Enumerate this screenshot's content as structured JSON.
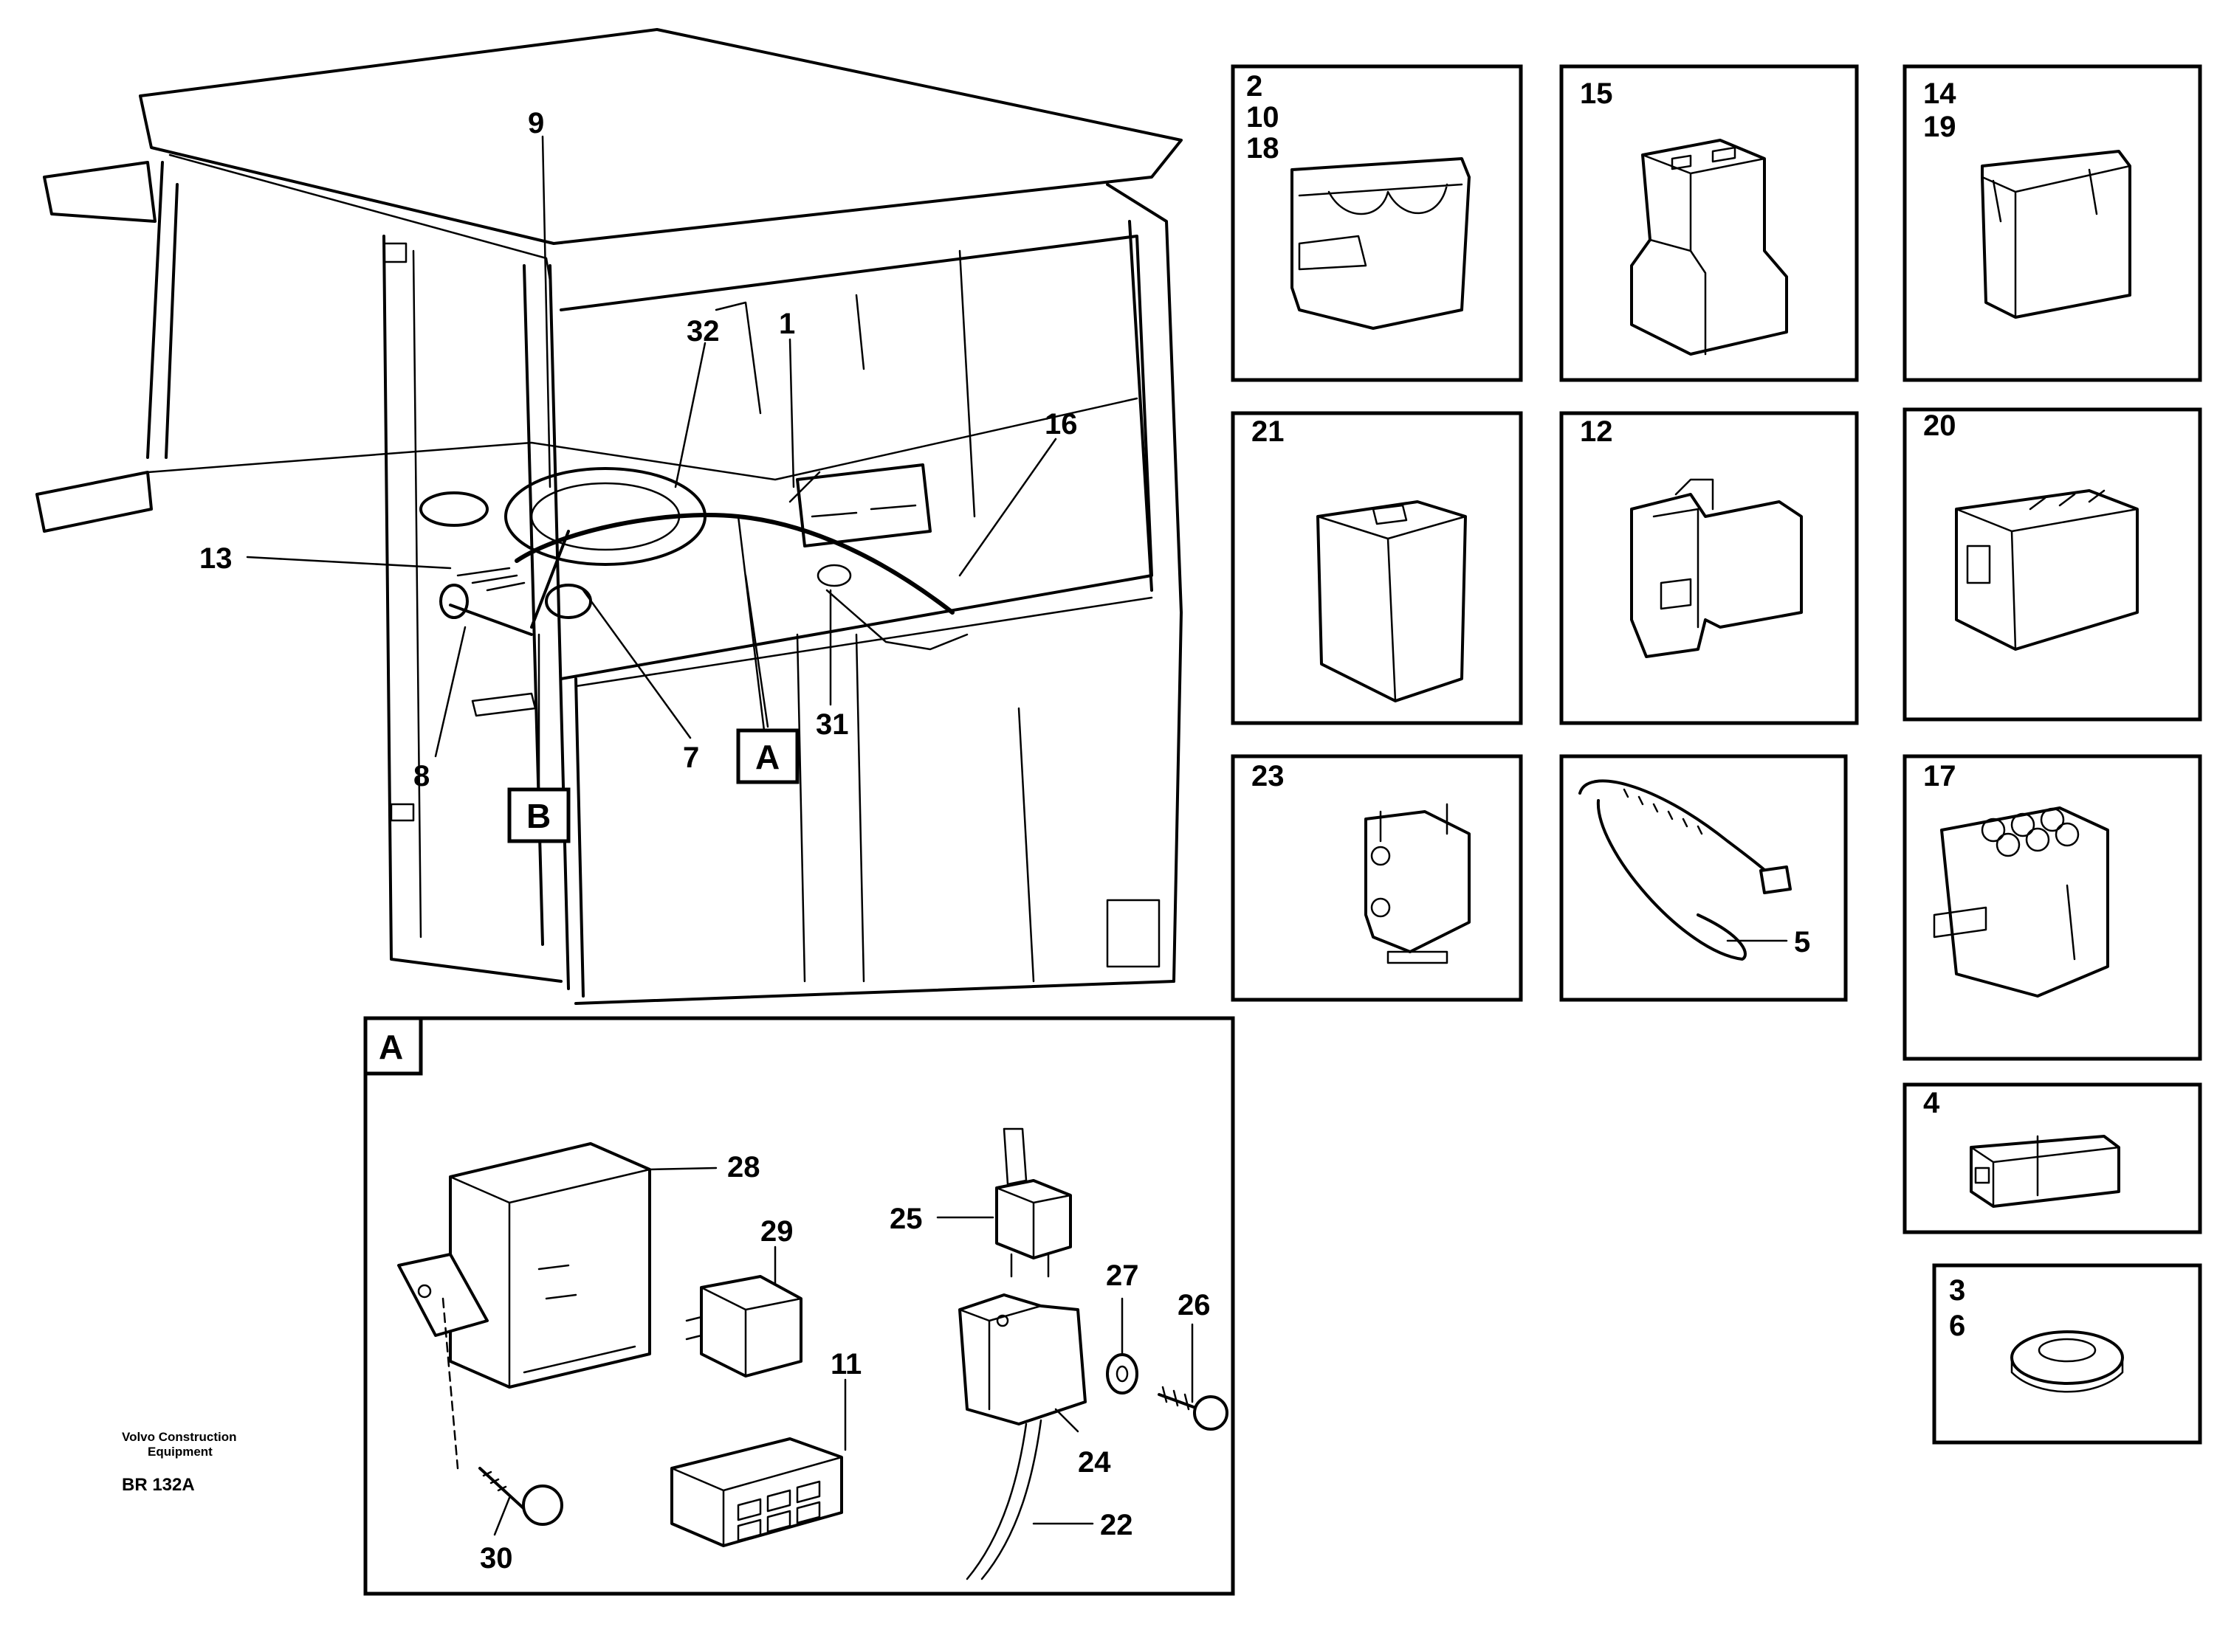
{
  "title_block": {
    "maker_line1": "Volvo Construction",
    "maker_line2": "Equipment",
    "drawing_no": "BR 132A"
  },
  "tags": {
    "a": "A",
    "b": "B"
  },
  "callouts": {
    "c9": "9",
    "c32": "32",
    "c1": "1",
    "c16": "16",
    "c13": "13",
    "c8": "8",
    "c7": "7",
    "c31": "31",
    "c28": "28",
    "c29": "29",
    "c25": "25",
    "c27": "27",
    "c26": "26",
    "c11": "11",
    "c24": "24",
    "c22": "22",
    "c30": "30",
    "c5": "5"
  },
  "part_boxes": [
    {
      "labels": [
        "2",
        "10",
        "18"
      ]
    },
    {
      "labels": [
        "15"
      ]
    },
    {
      "labels": [
        "14",
        "19"
      ]
    },
    {
      "labels": [
        "21"
      ]
    },
    {
      "labels": [
        "12"
      ]
    },
    {
      "labels": [
        "20"
      ]
    },
    {
      "labels": [
        "23"
      ]
    },
    {
      "labels": [
        ""
      ]
    },
    {
      "labels": [
        "17"
      ]
    },
    {
      "labels": [
        "4"
      ]
    },
    {
      "labels": [
        "3",
        "6"
      ]
    }
  ]
}
